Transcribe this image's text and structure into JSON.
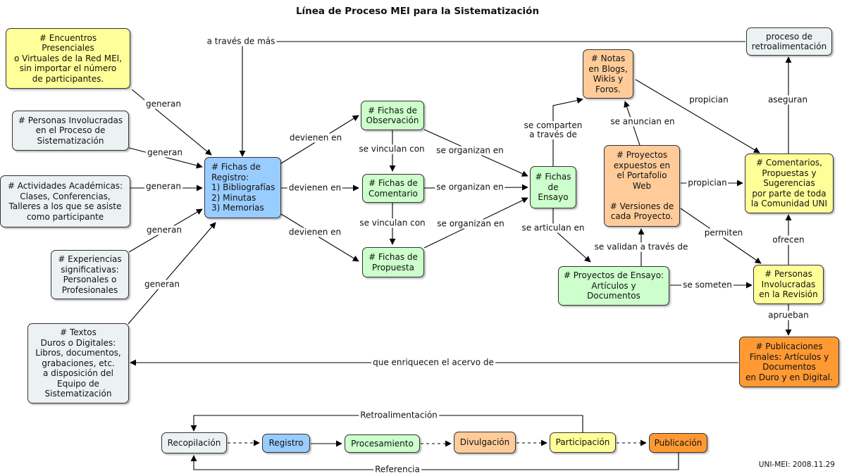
{
  "title": "Línea de Proceso MEI para la Sistematización",
  "footer": "UNI-MEI: 2008.11.29",
  "colors": {
    "yellow": "#ffff99",
    "gray": "#ecf1f3",
    "blue": "#99ccff",
    "green": "#ccffcc",
    "peach": "#ffcc99",
    "orange": "#ff9933",
    "line": "#000000"
  },
  "nodes": {
    "encuentros": "# Encuentros\nPresenciales\no Virtuales de la Red MEI,\nsin importar el número\nde participantes.",
    "personas": "# Personas Involucradas\nen el Proceso de\nSistematización",
    "actividades": "# Actividades Académicas:\nClases, Conferencias,\nTalleres a los que se asiste\ncomo participante",
    "experiencias": "# Experiencias\nsignificativas:\nPersonales o\nProfesionales",
    "textos": "# Textos\nDuros o Digitales:\nLibros, documentos,\ngrabaciones, etc.\na disposición del\nEquipo de\nSistematización",
    "fichas_registro": "# Fichas de\nRegistro:\n1) Bibliografías\n2) Minutas\n3) Memorias",
    "fichas_observacion": "# Fichas de\nObservación",
    "fichas_comentario": "# Fichas de\nComentario",
    "fichas_propuesta": "# Fichas de\nPropuesta",
    "fichas_ensayo": "# Fichas\nde\nEnsayo",
    "notas": "# Notas\nen Blogs,\nWikis y\nForos.",
    "proyectos_portafolio": "# Proyectos\nexpuestos en\nel Portafolio\nWeb\n\n# Versiones de\ncada Proyecto.",
    "proyectos_ensayo": "# Proyectos de Ensayo:\nArtículos y\nDocumentos",
    "retroalimentacion": "proceso de\nretroalimentación",
    "comentarios": "# Comentarios,\nPropuestas y\nSugerencias\npor parte de toda\nla Comunidad UNI",
    "personas_revision": "# Personas\nInvolucradas\nen la Revisión",
    "publicaciones": "# Publicaciones\nFinales: Artículos y\nDocumentos\nen Duro y en Digital.",
    "recopilacion": "Recopilación",
    "registro": "Registro",
    "procesamiento": "Procesamiento",
    "divulgacion": "Divulgación",
    "participacion": "Participación",
    "publicacion": "Publicación"
  },
  "labels": {
    "a_traves_de_mas": "a través de más",
    "generan_1": "generan",
    "generan_2": "generan",
    "generan_3": "generan",
    "generan_4": "generan",
    "generan_5": "generan",
    "devienen_1": "devienen en",
    "devienen_2": "devienen en",
    "devienen_3": "devienen en",
    "vinculan_1": "se vinculan con",
    "vinculan_2": "se vinculan con",
    "organizan_1": "se organizan en",
    "organizan_2": "se organizan en",
    "organizan_3": "se organizan en",
    "comparten": "se comparten\na través de",
    "articulan": "se articulan en",
    "anuncian": "se anuncian en",
    "validan": "se validan a través de",
    "propician_1": "propician",
    "propician_2": "propician",
    "permiten": "permiten",
    "someten": "se someten",
    "aseguran": "aseguran",
    "ofrecen": "ofrecen",
    "aprueban": "aprueban",
    "enriquecen": "que enriquecen el acervo de",
    "retroalimentacion_ciclo": "Retroalimentación",
    "referencia": "Referencia"
  }
}
